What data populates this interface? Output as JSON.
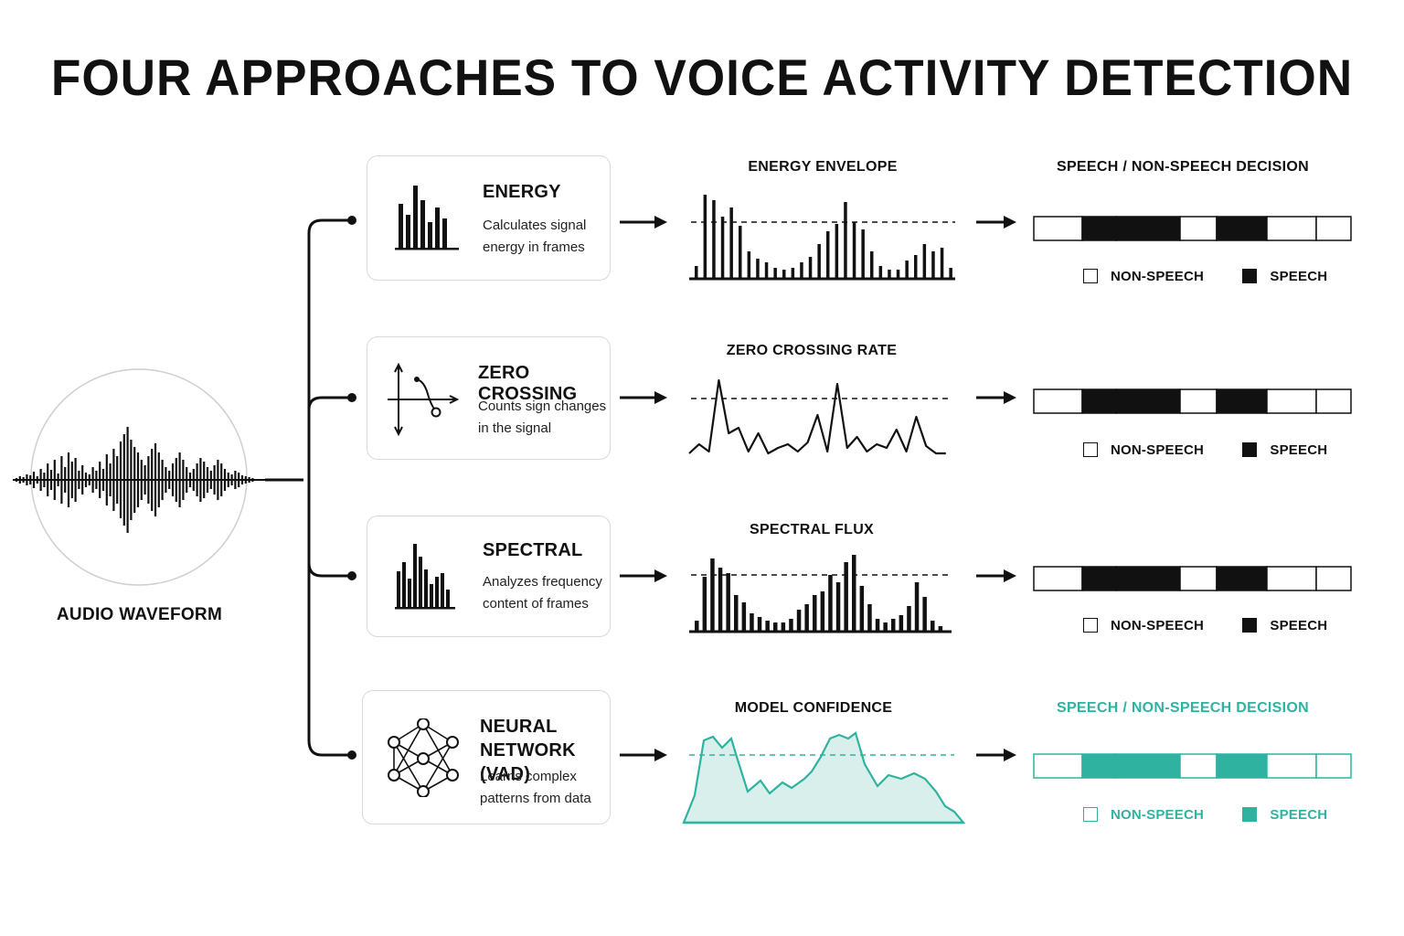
{
  "title": "FOUR APPROACHES TO VOICE ACTIVITY DETECTION",
  "input": {
    "label": "AUDIO WAVEFORM"
  },
  "colors": {
    "ink": "#111111",
    "accent": "#2fb3a0",
    "accent_fill": "#d9efeb",
    "card_border": "#d9d9d9"
  },
  "approaches": [
    {
      "name": "ENERGY",
      "description_lines": [
        "Calculates signal",
        "energy in frames"
      ],
      "icon": "bar-chart-icon",
      "feature_label": "ENERGY ENVELOPE",
      "feature_type": "bars",
      "decision_label": "SPEECH / NON-SPEECH DECISION",
      "decision_segments": [
        "non-speech",
        "speech",
        "speech",
        "non-speech",
        "speech",
        "non-speech",
        "non-speech"
      ],
      "legend": {
        "non_speech": "NON-SPEECH",
        "speech": "SPEECH"
      }
    },
    {
      "name": "ZERO CROSSING",
      "description_lines": [
        "Counts sign changes",
        "in the signal"
      ],
      "icon": "zero-crossing-icon",
      "feature_label": "ZERO CROSSING RATE",
      "feature_type": "line",
      "decision_label": "",
      "decision_segments": [
        "non-speech",
        "speech",
        "speech",
        "non-speech",
        "speech",
        "non-speech",
        "non-speech"
      ],
      "legend": {
        "non_speech": "NON-SPEECH",
        "speech": "SPEECH"
      }
    },
    {
      "name": "SPECTRAL",
      "description_lines": [
        "Analyzes frequency",
        "content of frames"
      ],
      "icon": "spectrum-icon",
      "feature_label": "SPECTRAL FLUX",
      "feature_type": "bars",
      "decision_label": "",
      "decision_segments": [
        "non-speech",
        "speech",
        "speech",
        "non-speech",
        "speech",
        "non-speech",
        "non-speech"
      ],
      "legend": {
        "non_speech": "NON-SPEECH",
        "speech": "SPEECH"
      }
    },
    {
      "name": "NEURAL NETWORK (VAD)",
      "name_lines": [
        "NEURAL NETWORK",
        "(VAD)"
      ],
      "description_lines": [
        "Learns complex",
        "patterns from data"
      ],
      "icon": "neural-network-icon",
      "feature_label": "MODEL CONFIDENCE",
      "feature_type": "area",
      "decision_label": "SPEECH / NON-SPEECH DECISION",
      "decision_segments": [
        "non-speech",
        "speech",
        "speech",
        "non-speech",
        "speech",
        "non-speech",
        "non-speech"
      ],
      "legend": {
        "non_speech": "NON-SPEECH",
        "speech": "SPEECH"
      },
      "accent": true
    }
  ]
}
